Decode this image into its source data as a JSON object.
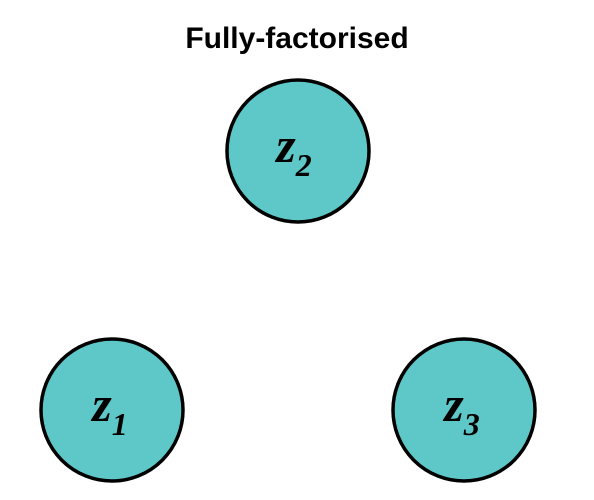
{
  "title": "Fully-factorised",
  "style": {
    "node_fill": "#5ec8c8",
    "node_stroke": "#000000"
  },
  "nodes": [
    {
      "id": "z2",
      "variable": "z",
      "subscript": "2"
    },
    {
      "id": "z1",
      "variable": "z",
      "subscript": "1"
    },
    {
      "id": "z3",
      "variable": "z",
      "subscript": "3"
    }
  ],
  "edges": []
}
